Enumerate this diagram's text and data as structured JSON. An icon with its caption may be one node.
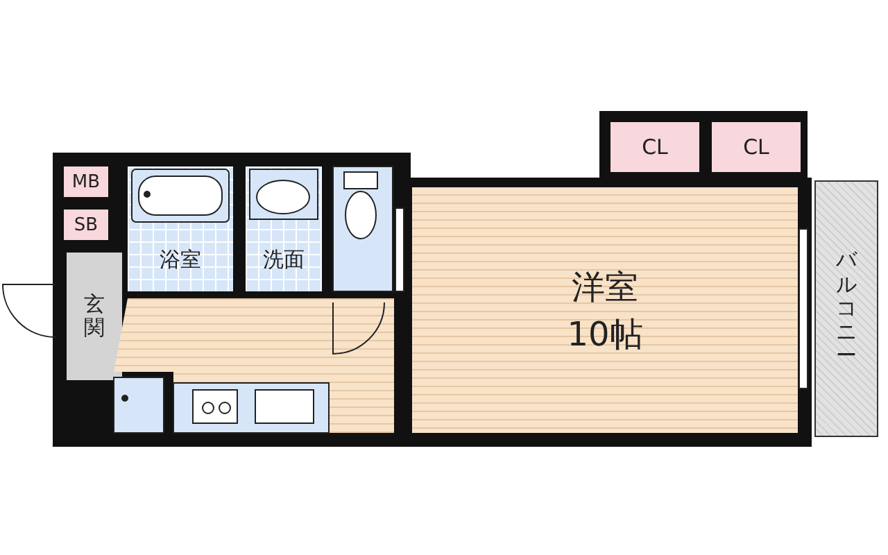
{
  "diagram": {
    "nodes": [
      {
        "text": [
          "MB"
        ]
      },
      {
        "text": [
          "SB"
        ]
      },
      {
        "text": [
          "浴室"
        ]
      },
      {
        "text": [
          "洗面"
        ]
      },
      {
        "text": [
          "玄関"
        ]
      },
      {
        "text": [
          "洋室",
          "10帖"
        ]
      },
      {
        "text": [
          "CL"
        ]
      },
      {
        "text": [
          "CL"
        ]
      },
      {
        "text": [
          "バルコニー"
        ]
      }
    ]
  }
}
